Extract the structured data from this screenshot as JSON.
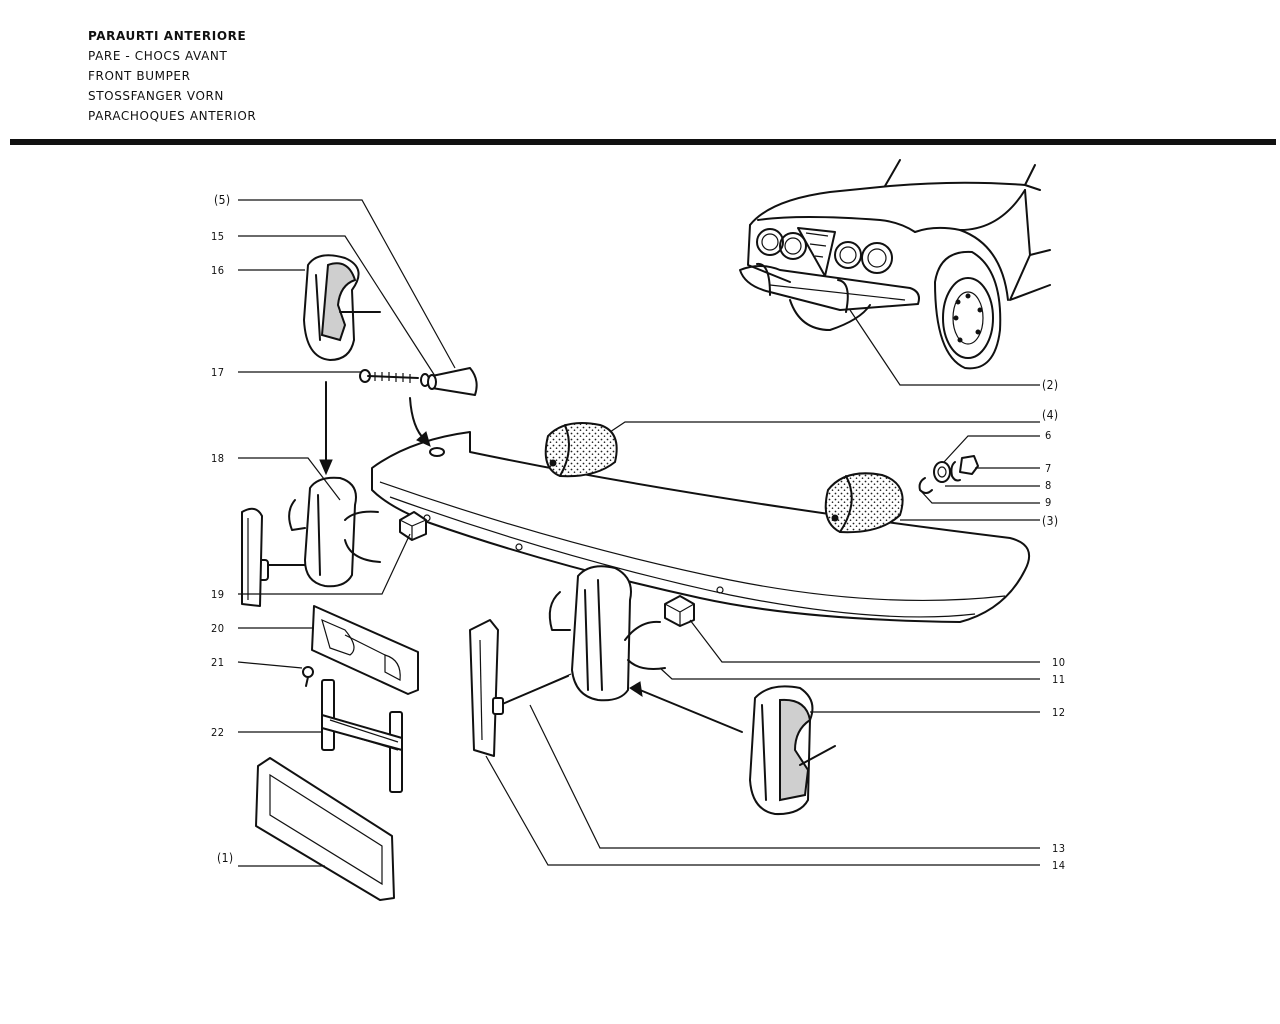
{
  "titles": [
    "PARAURTI ANTERIORE",
    "PARE - CHOCS AVANT",
    "FRONT BUMPER",
    "STOSSFANGER VORN",
    "PARACHOQUES ANTERIOR"
  ],
  "callouts": {
    "c5": "(5)",
    "c15": "15",
    "c16": "16",
    "c17": "17",
    "c18": "18",
    "c19": "19",
    "c20": "20",
    "c21": "21",
    "c22": "22",
    "c1": "(1)",
    "c2": "(2)",
    "c4": "(4)",
    "c6": "6",
    "c7": "7",
    "c8": "8",
    "c9": "9",
    "c3": "(3)",
    "c10": "10",
    "c11": "11",
    "c12": "12",
    "c13": "13",
    "c14": "14"
  }
}
